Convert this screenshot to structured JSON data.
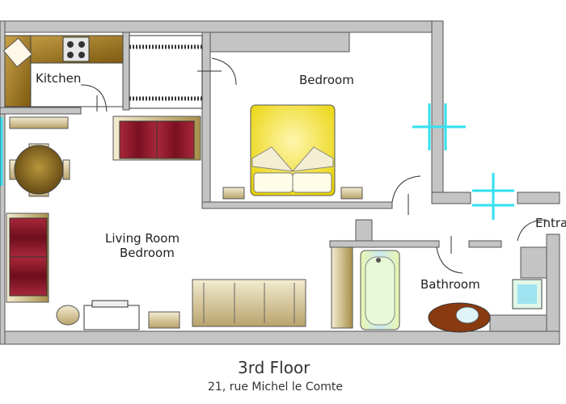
{
  "rooms": {
    "kitchen": "Kitchen",
    "bedroom": "Bedroom",
    "living_line1": "Living Room",
    "living_line2": "Bedroom",
    "bathroom": "Bathroom",
    "entrance": "Entrance"
  },
  "footer": {
    "floor": "3rd Floor",
    "address": "21, rue Michel le Comte"
  },
  "colors": {
    "wall": "#c4c4c4",
    "sofa_red": "#8b1a2a",
    "furniture_tan": "#c9b98a",
    "wood": "#8a6a20",
    "window_cyan": "#33e0ee"
  }
}
